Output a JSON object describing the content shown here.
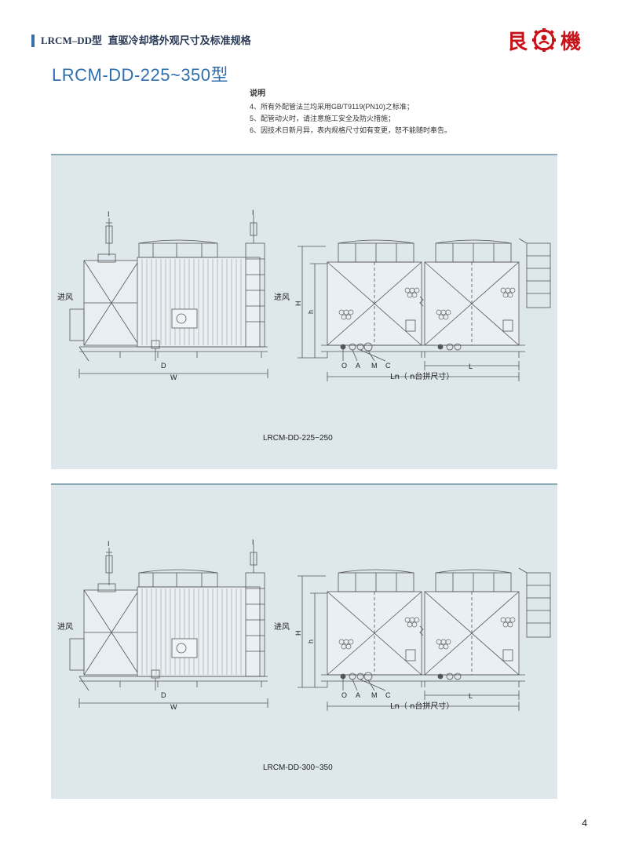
{
  "header": {
    "series": "LRCM–DD型",
    "subtitle": "直驱冷却塔外观尺寸及标准规格"
  },
  "logo": {
    "left_char": "艮",
    "right_char": "機",
    "brand_color": "#c8121a"
  },
  "model_title": "LRCM-DD-225~350型",
  "notes": {
    "heading": "说明",
    "items": [
      "4、所有外配管法兰均采用GB/T9119(PN10)之标准；",
      "5、配管动火时，请注意施工安全及防火措施；",
      "6、因技术日新月异，表内规格尺寸如有变更，恕不能随时奉告。"
    ]
  },
  "drawing_labels": {
    "section_mark": "I",
    "air_inlet": "进风",
    "height_H": "H",
    "height_h": "h",
    "width_W": "W",
    "drain_D": "D",
    "pipe_O": "O",
    "pipe_A": "A",
    "pipe_M": "M",
    "pipe_C": "C",
    "length_L": "L",
    "length_Ln": "Ln（ n台拼尺寸）"
  },
  "panels": [
    {
      "caption": "LRCM-DD-225~250"
    },
    {
      "caption": "LRCM-DD-300~350"
    }
  ],
  "page_number": "4",
  "colors": {
    "panel_bg": "#dde7ec",
    "title_blue": "#2e6fb0",
    "header_accent": "#3d6fa8"
  }
}
